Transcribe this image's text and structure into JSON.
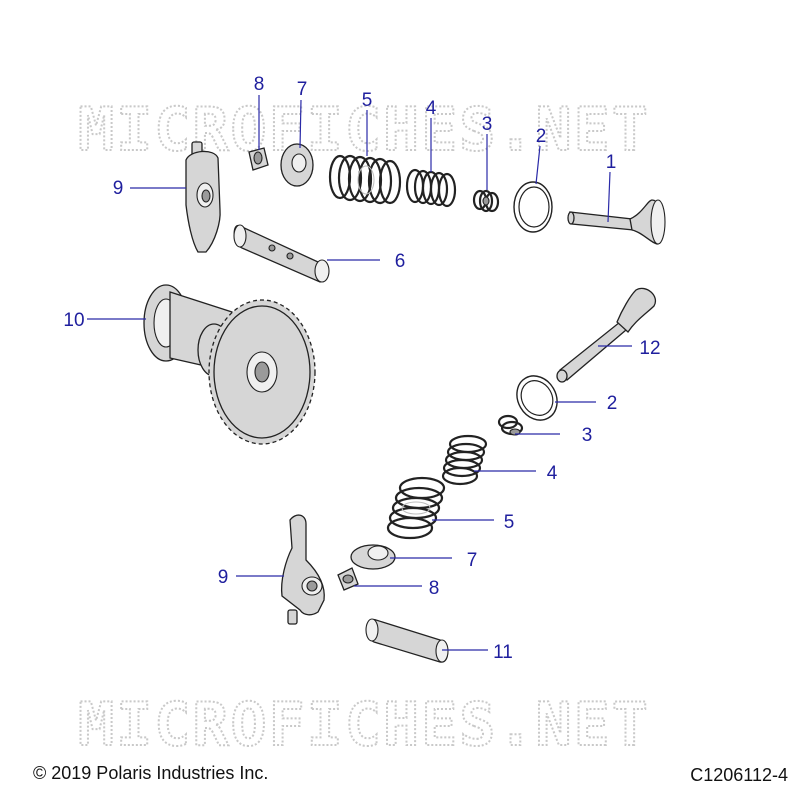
{
  "watermark": "MICROFICHES.NET",
  "callouts": {
    "top": [
      {
        "label": "8",
        "part": "valve-keeper"
      },
      {
        "label": "7",
        "part": "spring-retainer"
      },
      {
        "label": "5",
        "part": "outer-valve-spring"
      },
      {
        "label": "4",
        "part": "inner-valve-spring"
      },
      {
        "label": "3",
        "part": "valve-stem-seal"
      },
      {
        "label": "2",
        "part": "spring-seat-washer"
      },
      {
        "label": "1",
        "part": "intake-valve"
      },
      {
        "label": "9",
        "part": "rocker-arm"
      },
      {
        "label": "6",
        "part": "rocker-shaft"
      },
      {
        "label": "10",
        "part": "camshaft"
      }
    ],
    "bottom": [
      {
        "label": "12",
        "part": "exhaust-valve"
      },
      {
        "label": "2",
        "part": "spring-seat-washer"
      },
      {
        "label": "3",
        "part": "valve-stem-seal"
      },
      {
        "label": "4",
        "part": "inner-valve-spring"
      },
      {
        "label": "5",
        "part": "outer-valve-spring"
      },
      {
        "label": "7",
        "part": "spring-retainer"
      },
      {
        "label": "9",
        "part": "rocker-arm"
      },
      {
        "label": "8",
        "part": "valve-keeper"
      },
      {
        "label": "11",
        "part": "rocker-shaft"
      }
    ]
  },
  "footer": {
    "copyright": "© 2019 Polaris Industries Inc.",
    "code": "C1206112-4"
  }
}
